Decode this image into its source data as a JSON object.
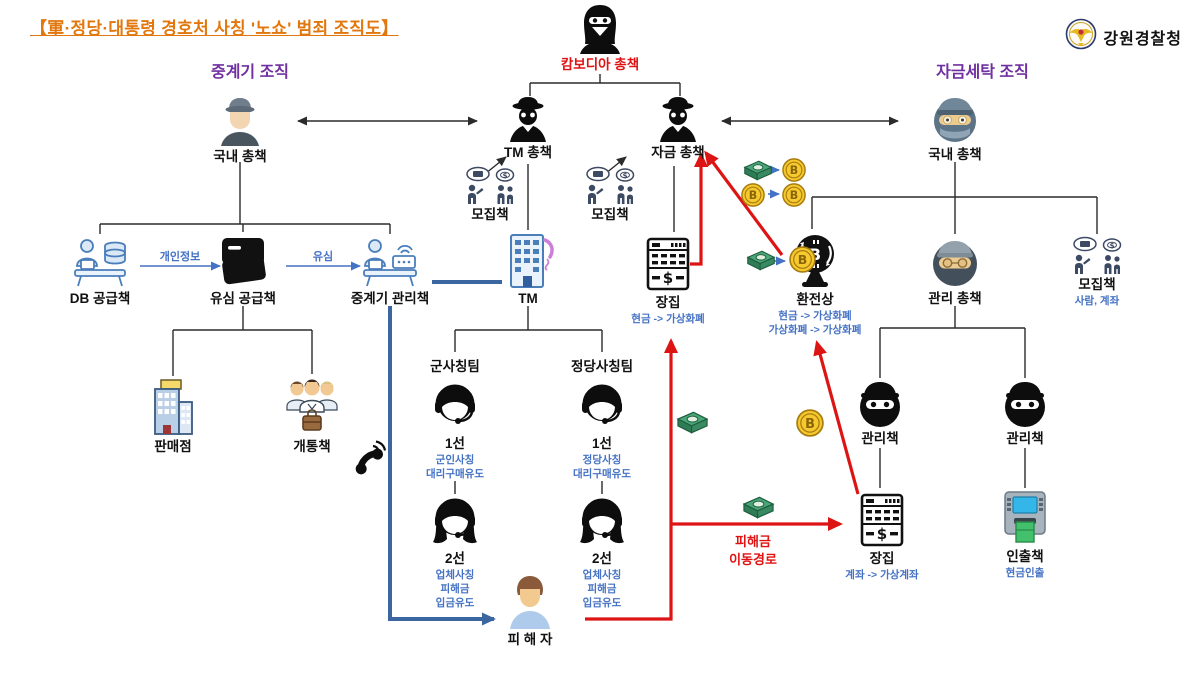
{
  "title": "【軍·정당·대통령 경호처 사칭 '노쇼' 범죄 조직도】",
  "agency": {
    "name": "강원경찰청"
  },
  "sections": {
    "relay": "중계기 조직",
    "laundering": "자금세탁 조직"
  },
  "nodes": {
    "cambodia_boss": "캄보디아 총책",
    "domestic_boss_left": "국내 총책",
    "tm_boss": "TM 총책",
    "fund_boss": "자금 총책",
    "domestic_boss_right": "국내 총책",
    "recruiter": "모집책",
    "db_supplier": "DB 공급책",
    "sim_supplier": "유심 공급책",
    "relay_manager": "중계기 관리책",
    "tm_office": "TM",
    "store": "판매점",
    "activation_agent": "개통책",
    "team_military": "군사칭팀",
    "team_party": "정당사칭팀",
    "line1": "1선",
    "line2": "2선",
    "line1_military_desc": [
      "군인사칭",
      "대리구매유도"
    ],
    "line1_party_desc": [
      "정당사칭",
      "대리구매유도"
    ],
    "line2_desc": [
      "업체사칭",
      "피해금",
      "입금유도"
    ],
    "victim": "피 해 자",
    "jangjip": "장집",
    "jangjip_cash_desc": "현금 -> 가상화폐",
    "exchanger": "환전상",
    "exchanger_desc": [
      "현금 -> 가상화폐",
      "가상화폐 -> 가상화폐"
    ],
    "manage_boss": "관리 총책",
    "recruiter_right_desc": "사람, 계좌",
    "manager": "관리책",
    "jangjip_account_desc": "계좌 -> 가상계좌",
    "withdrawer": "인출책",
    "withdrawer_desc": "현금인출"
  },
  "edge_labels": {
    "personal_info": "개인정보",
    "sim": "유심",
    "damage_route_1": "피해금",
    "damage_route_2": "이동경로"
  },
  "colors": {
    "title": "#e2770d",
    "section": "#7030a0",
    "flow_red": "#dd1414",
    "flow_blue": "#4472c4"
  }
}
